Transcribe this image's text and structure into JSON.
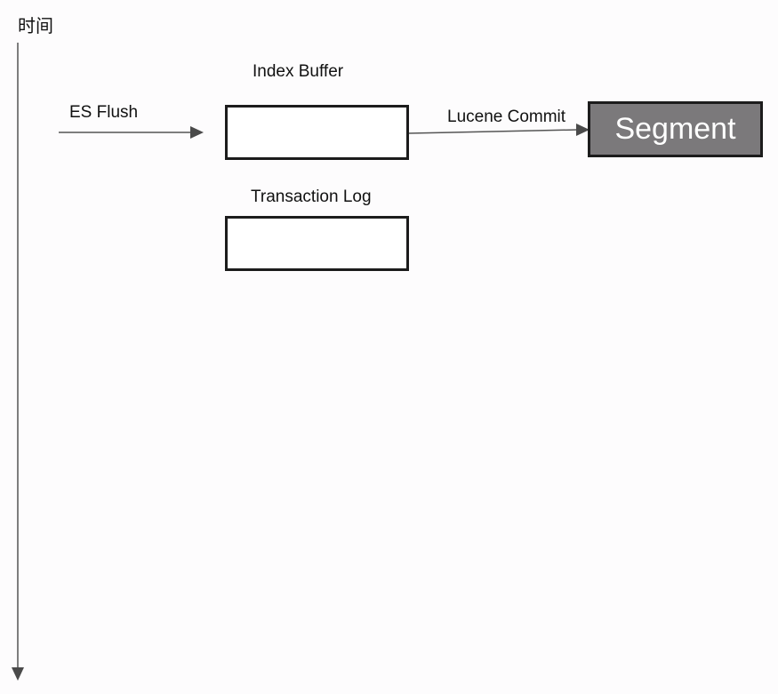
{
  "time_axis": {
    "label": "时间"
  },
  "index_buffer": {
    "label": "Index Buffer"
  },
  "transaction_log": {
    "label": "Transaction Log"
  },
  "es_flush": {
    "label": "ES Flush"
  },
  "lucene_commit": {
    "label": "Lucene Commit"
  },
  "segment": {
    "label": "Segment",
    "fill_color": "#7b797b"
  },
  "colors": {
    "line": "#555555",
    "box_border": "#1c1c1c",
    "background": "#fdfcfd"
  }
}
